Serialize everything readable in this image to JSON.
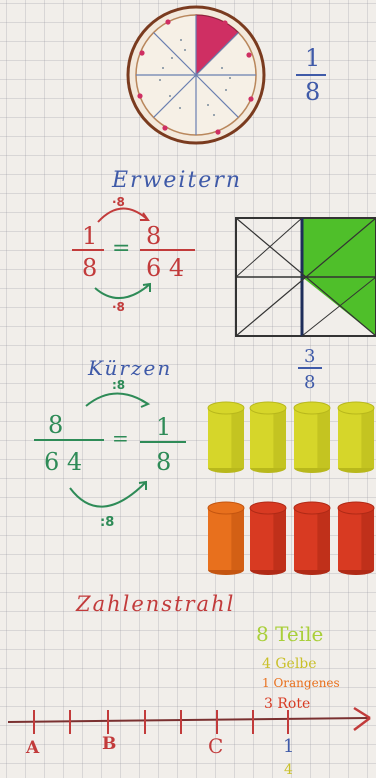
{
  "colors": {
    "paper": "#f1eeea",
    "blue_ink": "#3f5aa8",
    "red_ink": "#c23b3b",
    "green_ink": "#2e8b57",
    "pizza_slice": "#cf2f63",
    "pizza_crust": "#7a3b1f",
    "square_green": "#4fbf2a",
    "yellow": "#d6d62a",
    "orange": "#e8701d",
    "red": "#d83a22"
  },
  "pizza": {
    "total_slices": 8,
    "shaded_slices": 1,
    "fraction": {
      "numerator": "1",
      "denominator": "8"
    }
  },
  "erweitern": {
    "title": "Erweitern",
    "factor_top": "·8",
    "factor_bottom": "·8",
    "left": {
      "numerator": "1",
      "denominator": "8"
    },
    "equals": "=",
    "right": {
      "numerator": "8",
      "denominator": "6 4"
    },
    "grid_shaded": 3,
    "grid_total": 8
  },
  "kuerzen": {
    "title": "Kürzen",
    "factor_top": ":8",
    "factor_bottom": ":8",
    "left": {
      "numerator": "8",
      "denominator": "6 4"
    },
    "equals": "=",
    "right": {
      "numerator": "1",
      "denominator": "8"
    }
  },
  "cylinders": {
    "fraction": {
      "numerator": "3",
      "denominator": "8"
    },
    "top_row": [
      "yellow",
      "yellow",
      "yellow",
      "yellow"
    ],
    "bottom_row": [
      "orange",
      "red",
      "red",
      "red"
    ]
  },
  "zahlenstrahl": {
    "title": "Zahlenstrahl",
    "teile": "8 Teile",
    "gelbe": "4 Gelbe",
    "orangenes": "1 Orangenes",
    "rote": "3 Rote",
    "labels": [
      "A",
      "B",
      "C",
      "1"
    ],
    "bottom_digit": "4"
  }
}
